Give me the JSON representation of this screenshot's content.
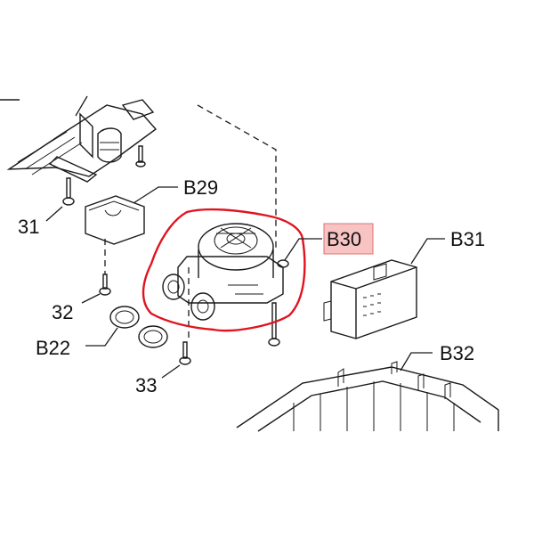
{
  "diagram": {
    "labels": {
      "b29": "B29",
      "b30": "B30",
      "b31": "B31",
      "b32": "B32",
      "b22": "B22",
      "n31": "31",
      "n32": "32",
      "n33": "33"
    },
    "highlight": {
      "target": "B30",
      "outline_color": "#e0141e",
      "label_fill": "#f7c3c3",
      "label_border": "#e07070"
    }
  }
}
